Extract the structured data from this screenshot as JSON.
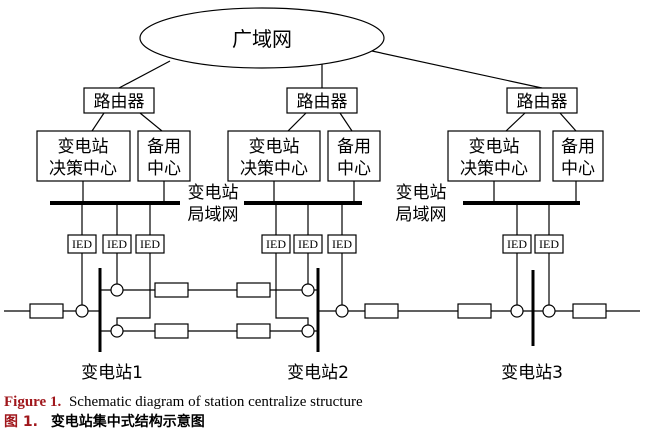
{
  "figure": {
    "wan_label": "广域网",
    "stations": [
      {
        "router": "路由器",
        "decision_center": [
          "变电站",
          "决策中心"
        ],
        "backup_center": [
          "备用",
          "中心"
        ],
        "ieds": [
          "IED",
          "IED",
          "IED"
        ],
        "label": "变电站1"
      },
      {
        "router": "路由器",
        "decision_center": [
          "变电站",
          "决策中心"
        ],
        "backup_center": [
          "备用",
          "中心"
        ],
        "ieds": [
          "IED",
          "IED",
          "IED"
        ],
        "label": "变电站2"
      },
      {
        "router": "路由器",
        "decision_center": [
          "变电站",
          "决策中心"
        ],
        "backup_center": [
          "备用",
          "中心"
        ],
        "ieds": [
          "IED",
          "IED"
        ],
        "label": "变电站3"
      }
    ],
    "lan_labels": [
      [
        "变电站",
        "局域网"
      ],
      [
        "变电站",
        "局域网"
      ]
    ]
  },
  "caption": {
    "en_number": "Figure 1.",
    "en_title": "Schematic diagram of station centralize structure",
    "zh_number": "图 1.",
    "zh_title": "变电站集中式结构示意图"
  },
  "colors": {
    "caption_number": "#a0171c",
    "line": "#000000"
  }
}
